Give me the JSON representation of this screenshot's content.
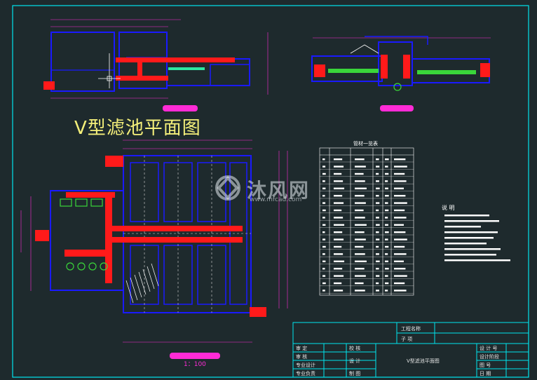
{
  "drawing": {
    "title": "V型滤池平面图",
    "scale": "1：100",
    "table_header": "管材一览表",
    "notes_header": "说 明"
  },
  "watermark": {
    "text": "沐风网",
    "url": "www.mfcad.com"
  },
  "title_block": {
    "project_name": "工程名称",
    "sub_item": "子 项",
    "drawing_name": "V型滤池平面图",
    "left_labels": [
      "审 定",
      "审 核",
      "专业设计",
      "专业负责"
    ],
    "mid_labels": [
      "校 核",
      "设 计",
      "制 图"
    ],
    "right_labels": [
      "设 计 号",
      "设计阶段",
      "图 号",
      "日 期"
    ]
  },
  "colors": {
    "background": "#1e2a2d",
    "frame": "#00e5ee",
    "walls": "#1a1aff",
    "pipes": "#ff1a1a",
    "dims": "#ff2bd6",
    "title_text": "#f5f07a"
  }
}
